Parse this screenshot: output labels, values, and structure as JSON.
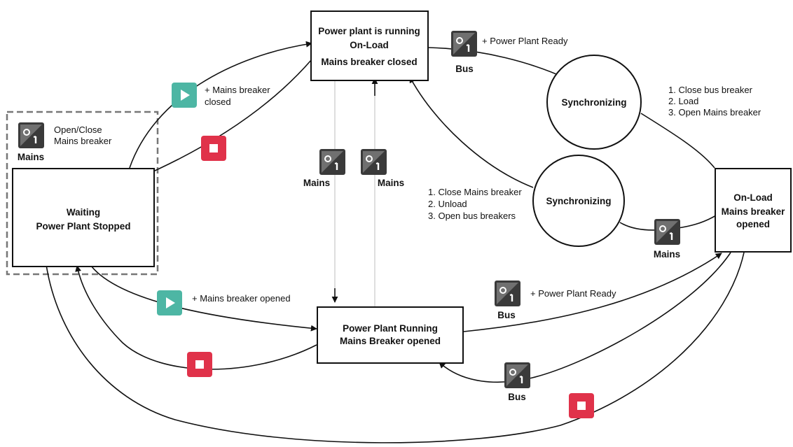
{
  "states": {
    "waiting": {
      "line1": "Waiting",
      "line2": "Power Plant Stopped"
    },
    "running_closed": {
      "line1": "Power plant is running",
      "line2": "On-Load",
      "line3": "Mains breaker closed"
    },
    "sync_top": {
      "label": "Synchronizing"
    },
    "sync_mid": {
      "label": "Synchronizing"
    },
    "onload_opened": {
      "line1": "On-Load",
      "line2": "Mains breaker",
      "line3": "opened"
    },
    "running_opened": {
      "line1": "Power Plant Running",
      "line2": "Mains Breaker opened"
    }
  },
  "legend": {
    "icon_label": "Mains",
    "text_line1": "Open/Close",
    "text_line2": "Mains breaker"
  },
  "annotations": {
    "start_top_line1": "+ Mains breaker",
    "start_top_line2": "closed",
    "bus_top_text": "+ Power Plant Ready",
    "bus_top_label": "Bus",
    "sync_top_steps": [
      "1. Close bus breaker",
      "2. Load",
      "3. Open Mains breaker"
    ],
    "sync_mid_steps": [
      "1. Close Mains breaker",
      "2. Unload",
      "3. Open bus breakers"
    ],
    "mains_left_label": "Mains",
    "mains_right_label": "Mains",
    "mains_onload_label": "Mains",
    "start_bottom_text": "+ Mains breaker opened",
    "bus_bottom_text": "+ Power Plant Ready",
    "bus_bottom_label": "Bus",
    "bus_lower_label": "Bus"
  },
  "colors": {
    "start_button": "#4db6a4",
    "stop_button": "#e0324a",
    "icon_dark": "#3a3a3a",
    "icon_light": "#6b6b6b"
  }
}
